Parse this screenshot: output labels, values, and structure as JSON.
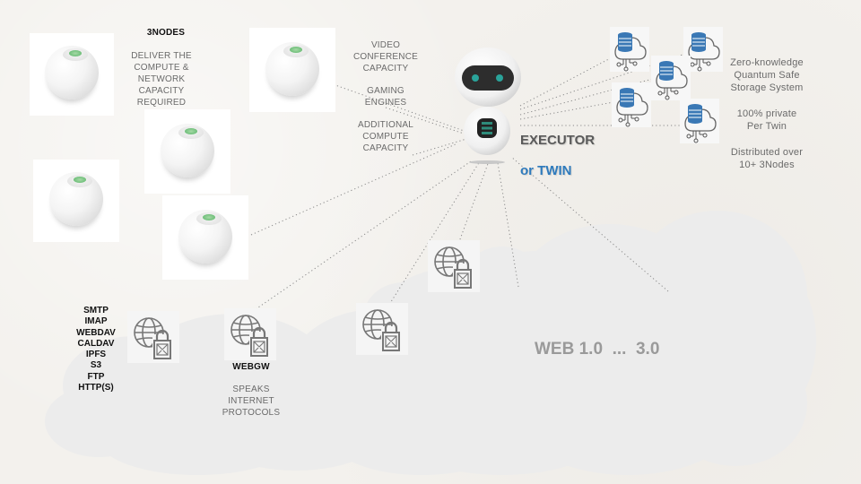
{
  "nodes": {
    "heading": "3NODES",
    "description": [
      "DELIVER THE",
      "COMPUTE &",
      "NETWORK",
      "CAPACITY",
      "REQUIRED"
    ],
    "count": 5
  },
  "capacity_labels": [
    [
      "VIDEO",
      "CONFERENCE",
      "CAPACITY"
    ],
    [
      "GAMING",
      "ENGINES"
    ],
    [
      "ADDITIONAL",
      "COMPUTE",
      "CAPACITY"
    ]
  ],
  "executor": {
    "title": "EXECUTOR",
    "subtitle": "or TWIN",
    "subtitle_color": "#2f7bbd",
    "eye_color": "#2aa39a"
  },
  "storage": {
    "lines": [
      [
        "Zero-knowledge",
        "Quantum Safe",
        "Storage System"
      ],
      [
        "100% private",
        "Per Twin"
      ],
      [
        "Distributed over",
        "10+ 3Nodes"
      ]
    ],
    "db_icon": "cloud-database-icon",
    "db_color": "#3a78b5",
    "count": 5
  },
  "protocols": [
    "SMTP",
    "IMAP",
    "WEBDAV",
    "CALDAV",
    "IPFS",
    "S3",
    "FTP",
    "HTTP(S)"
  ],
  "gateway": {
    "title": "WEBGW",
    "description": [
      "SPEAKS",
      "INTERNET",
      "PROTOCOLS"
    ],
    "icon": "globe-lock-mail-icon",
    "count": 4
  },
  "web": {
    "label": "WEB 1.0  ...  3.0"
  }
}
